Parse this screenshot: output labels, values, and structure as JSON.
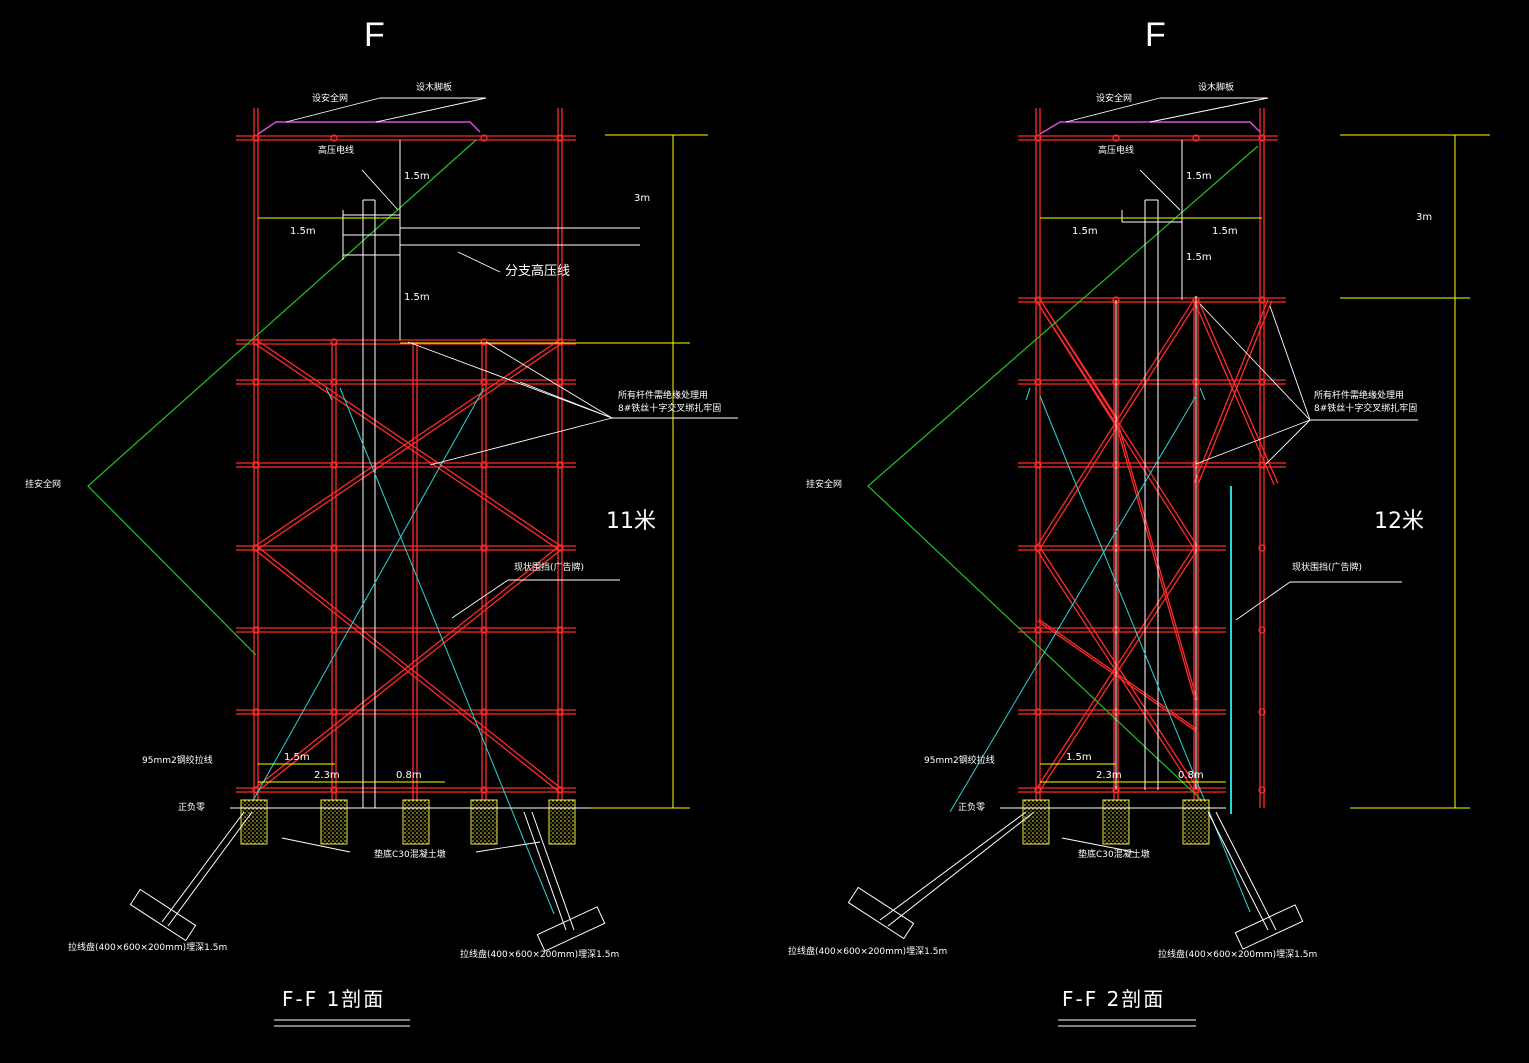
{
  "colors": {
    "background": "#000000",
    "scaffold": "#ff2a2a",
    "dimension": "#ffff00",
    "net": "#00cc00",
    "guy_wire": "#00e0e0",
    "text": "#ffffff",
    "footing": "#f2ea3c"
  },
  "left": {
    "header": "F",
    "title": "F-F  1剖面",
    "height_label": "11米",
    "top_dim": "3m",
    "half_dims": [
      "1.5m",
      "1.5m",
      "1.5m"
    ],
    "horizontal_dim": "1.5m",
    "branch_line": "分支高压线",
    "top_left_label": "设安全网",
    "top_right_label": "设木脚板",
    "power_line": "高压电线",
    "safety_net": "挂安全网",
    "tie_note_1": "所有杆件需绝缘处理用",
    "tie_note_2": "8#铁丝十字交叉绑扎牢固",
    "fence": "现状围挡(广告牌)",
    "steel_wire": "95mm2钢绞拉线",
    "ground": "正负零",
    "foundation": "垫底C30混凝土墩",
    "anchor_left": "拉线盘(400×600×200mm)埋深1.5m",
    "anchor_right": "拉线盘(400×600×200mm)埋深1.5m",
    "bottom_dims": [
      "1.5m",
      "2.3m",
      "0.8m"
    ]
  },
  "right": {
    "header": "F",
    "title": "F-F  2剖面",
    "height_label": "12米",
    "top_dim": "3m",
    "half_dims": [
      "1.5m",
      "1.5m",
      "1.5m"
    ],
    "horizontal_dims": [
      "1.5m",
      "1.5m"
    ],
    "top_left_label": "设安全网",
    "top_right_label": "设木脚板",
    "power_line": "高压电线",
    "safety_net": "挂安全网",
    "tie_note_1": "所有杆件需绝缘处理用",
    "tie_note_2": "8#铁丝十字交叉绑扎牢固",
    "fence": "现状围挡(广告牌)",
    "steel_wire": "95mm2钢绞拉线",
    "ground": "正负零",
    "foundation": "垫底C30混凝土墩",
    "anchor_left": "拉线盘(400×600×200mm)埋深1.5m",
    "anchor_right": "拉线盘(400×600×200mm)埋深1.5m",
    "bottom_dims": [
      "1.5m",
      "2.3m",
      "0.8m"
    ]
  }
}
